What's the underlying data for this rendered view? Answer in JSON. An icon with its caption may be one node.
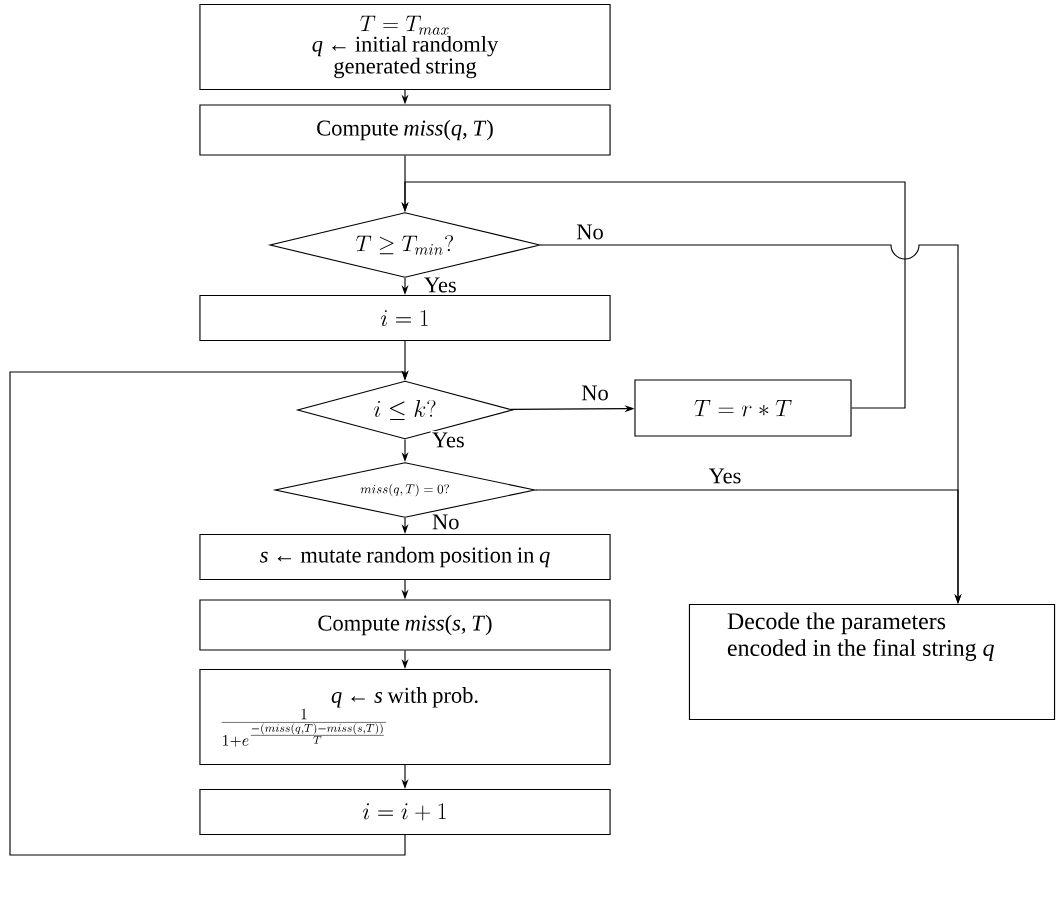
{
  "diagram": {
    "nodes": [
      {
        "text": [
          "T = T_{max}",
          "*q* ← initial randomly generated string"
        ]
      },
      {
        "text": [
          "Compute *miss*(*q*, *T*)"
        ]
      },
      {
        "text": [
          "T \\geq T_{min}?"
        ]
      },
      {
        "text": [
          "i = 1"
        ]
      },
      {
        "text": [
          "i \\leq k?"
        ]
      },
      {
        "text": [
          "miss(q,T) = 0?"
        ]
      },
      {
        "text": [
          "*s* ← mutate random position in *q*"
        ]
      },
      {
        "text": [
          "Compute *miss*(*s*, *T*)"
        ]
      },
      {
        "text": [
          "*q* ← *s* with prob.",
          "\\frac{1}{1+e^{\\frac{-(miss(q,T)-miss(s,T))}{T}}}"
        ]
      },
      {
        "text": [
          "i = i + 1"
        ]
      },
      {
        "text": [
          "T = r * T"
        ]
      },
      {
        "text": [
          "Decode the parameters encoded in the final string *q*"
        ]
      }
    ],
    "edges": [
      {
        "from": 0,
        "to": 1,
        "arrow": "to"
      },
      {
        "from": 1,
        "to": 2,
        "arrow": "to"
      },
      {
        "from": 2,
        "to": 3,
        "arrow": "to",
        "label": "Yes"
      },
      {
        "from": 3,
        "to": 4,
        "arrow": "to"
      },
      {
        "from": 4,
        "to": 5,
        "arrow": "to",
        "label": "Yes"
      },
      {
        "from": 5,
        "to": 6,
        "arrow": "to",
        "label": "No"
      },
      {
        "from": 6,
        "to": 7,
        "arrow": "to"
      },
      {
        "from": 7,
        "to": 8,
        "arrow": "to"
      },
      {
        "from": 8,
        "to": 9,
        "arrow": "to"
      },
      {
        "from": 9,
        "to": 4,
        "arrow": "to"
      },
      {
        "from": 4,
        "to": 10,
        "arrow": "to",
        "label": "No"
      },
      {
        "from": 10,
        "to": 2,
        "arrow": "to"
      },
      {
        "from": 2,
        "to": 11,
        "arrow": "to",
        "label": "No"
      },
      {
        "from": 5,
        "to": 11,
        "arrow": "to",
        "label": "Yes"
      }
    ]
  }
}
